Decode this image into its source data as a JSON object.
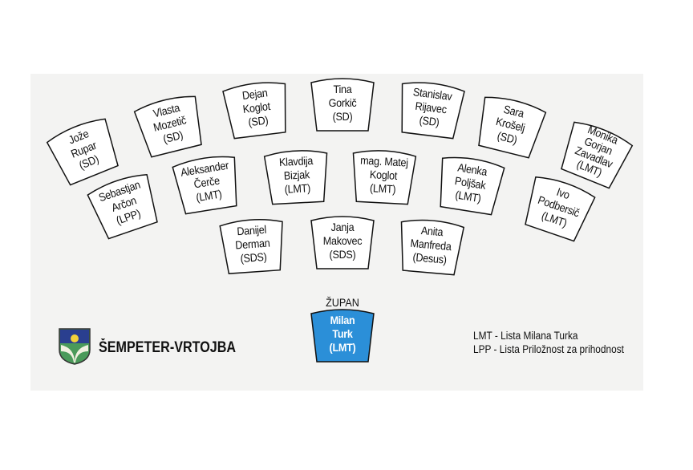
{
  "municipality": "ŠEMPETER-VRTOJBA",
  "mayor": {
    "title": "ŽUPAN",
    "name1": "Milan",
    "name2": "Turk",
    "party": "(LMT)",
    "color": "#2b8fd8"
  },
  "seats": [
    {
      "l1": "Jože",
      "l2": "Rupar",
      "l3": "(SD)"
    },
    {
      "l1": "Vlasta",
      "l2": "Mozetič",
      "l3": "(SD)"
    },
    {
      "l1": "Dejan",
      "l2": "Koglot",
      "l3": "(SD)"
    },
    {
      "l1": "Tina",
      "l2": "Gorkič",
      "l3": "(SD)"
    },
    {
      "l1": "Stanislav",
      "l2": "Rijavec",
      "l3": "(SD)"
    },
    {
      "l1": "Sara",
      "l2": "Krošelj",
      "l3": "(SD)"
    },
    {
      "l1": "Monika",
      "l2": "Gorjan",
      "l3": "Zavadlav",
      "l4": "(LMT)"
    },
    {
      "l1": "Sebastjan",
      "l2": "Arčon",
      "l3": "(LPP)"
    },
    {
      "l1": "Aleksander",
      "l2": "Čerče",
      "l3": "(LMT)"
    },
    {
      "l1": "Klavdija",
      "l2": "Bizjak",
      "l3": "(LMT)"
    },
    {
      "l1": "mag. Matej",
      "l2": "Koglot",
      "l3": "(LMT)"
    },
    {
      "l1": "Alenka",
      "l2": "Poljšak",
      "l3": "(LMT)"
    },
    {
      "l1": "Ivo",
      "l2": "Podbersič",
      "l3": "(LMT)"
    },
    {
      "l1": "Danijel",
      "l2": "Derman",
      "l3": "(SDS)"
    },
    {
      "l1": "Janja",
      "l2": "Makovec",
      "l3": "(SDS)"
    },
    {
      "l1": "Anita",
      "l2": "Manfreda",
      "l3": "(Desus)"
    }
  ],
  "legend": [
    "LMT - Lista Milana Turka",
    "LPP - Lista Priložnost za prihodnost"
  ]
}
